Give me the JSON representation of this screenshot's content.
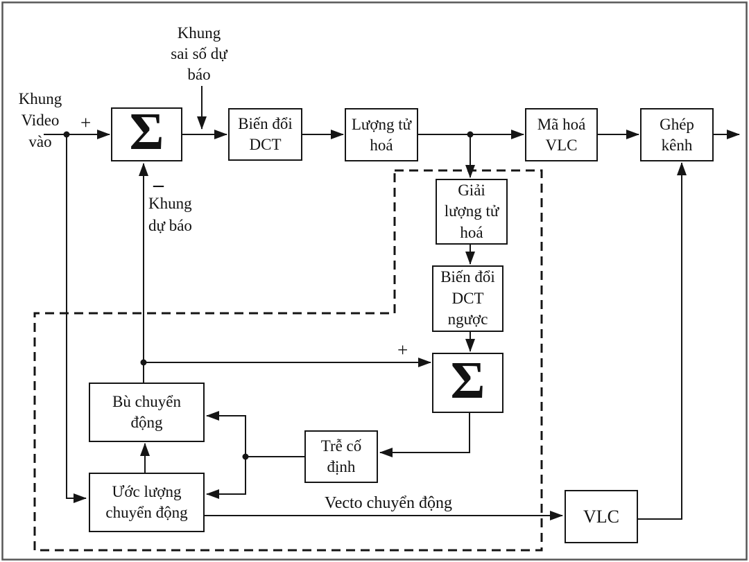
{
  "blocks": {
    "sum1": {
      "label": "Σ"
    },
    "dct": {
      "label": "Biến đổi\nDCT"
    },
    "quant": {
      "label": "Lượng tử\nhoá"
    },
    "vlc_encode": {
      "label": "Mã hoá\nVLC"
    },
    "mux": {
      "label": "Ghép\nkênh"
    },
    "dequant": {
      "label": "Giải\nlượng tử\nhoá"
    },
    "idct": {
      "label": "Biến đổi\nDCT\nngược"
    },
    "sum2": {
      "label": "Σ"
    },
    "delay": {
      "label": "Trễ cố\nđịnh"
    },
    "motion_comp": {
      "label": "Bù chuyển\nđộng"
    },
    "motion_est": {
      "label": "Ước lượng\nchuyển động"
    },
    "vlc_mv": {
      "label": "VLC"
    }
  },
  "annotations": {
    "input_frame": "Khung\nVideo\nvào",
    "prediction_error_frame": "Khung\nsai số dự\nbáo",
    "prediction_frame": "Khung\ndự báo",
    "motion_vector": "Vecto chuyển động",
    "plus_input": "+",
    "plus_reconstruction": "+",
    "minus_prediction": "–"
  },
  "colors": {
    "line": "#151515",
    "background": "#ffffff",
    "frame_border": "#575757"
  }
}
